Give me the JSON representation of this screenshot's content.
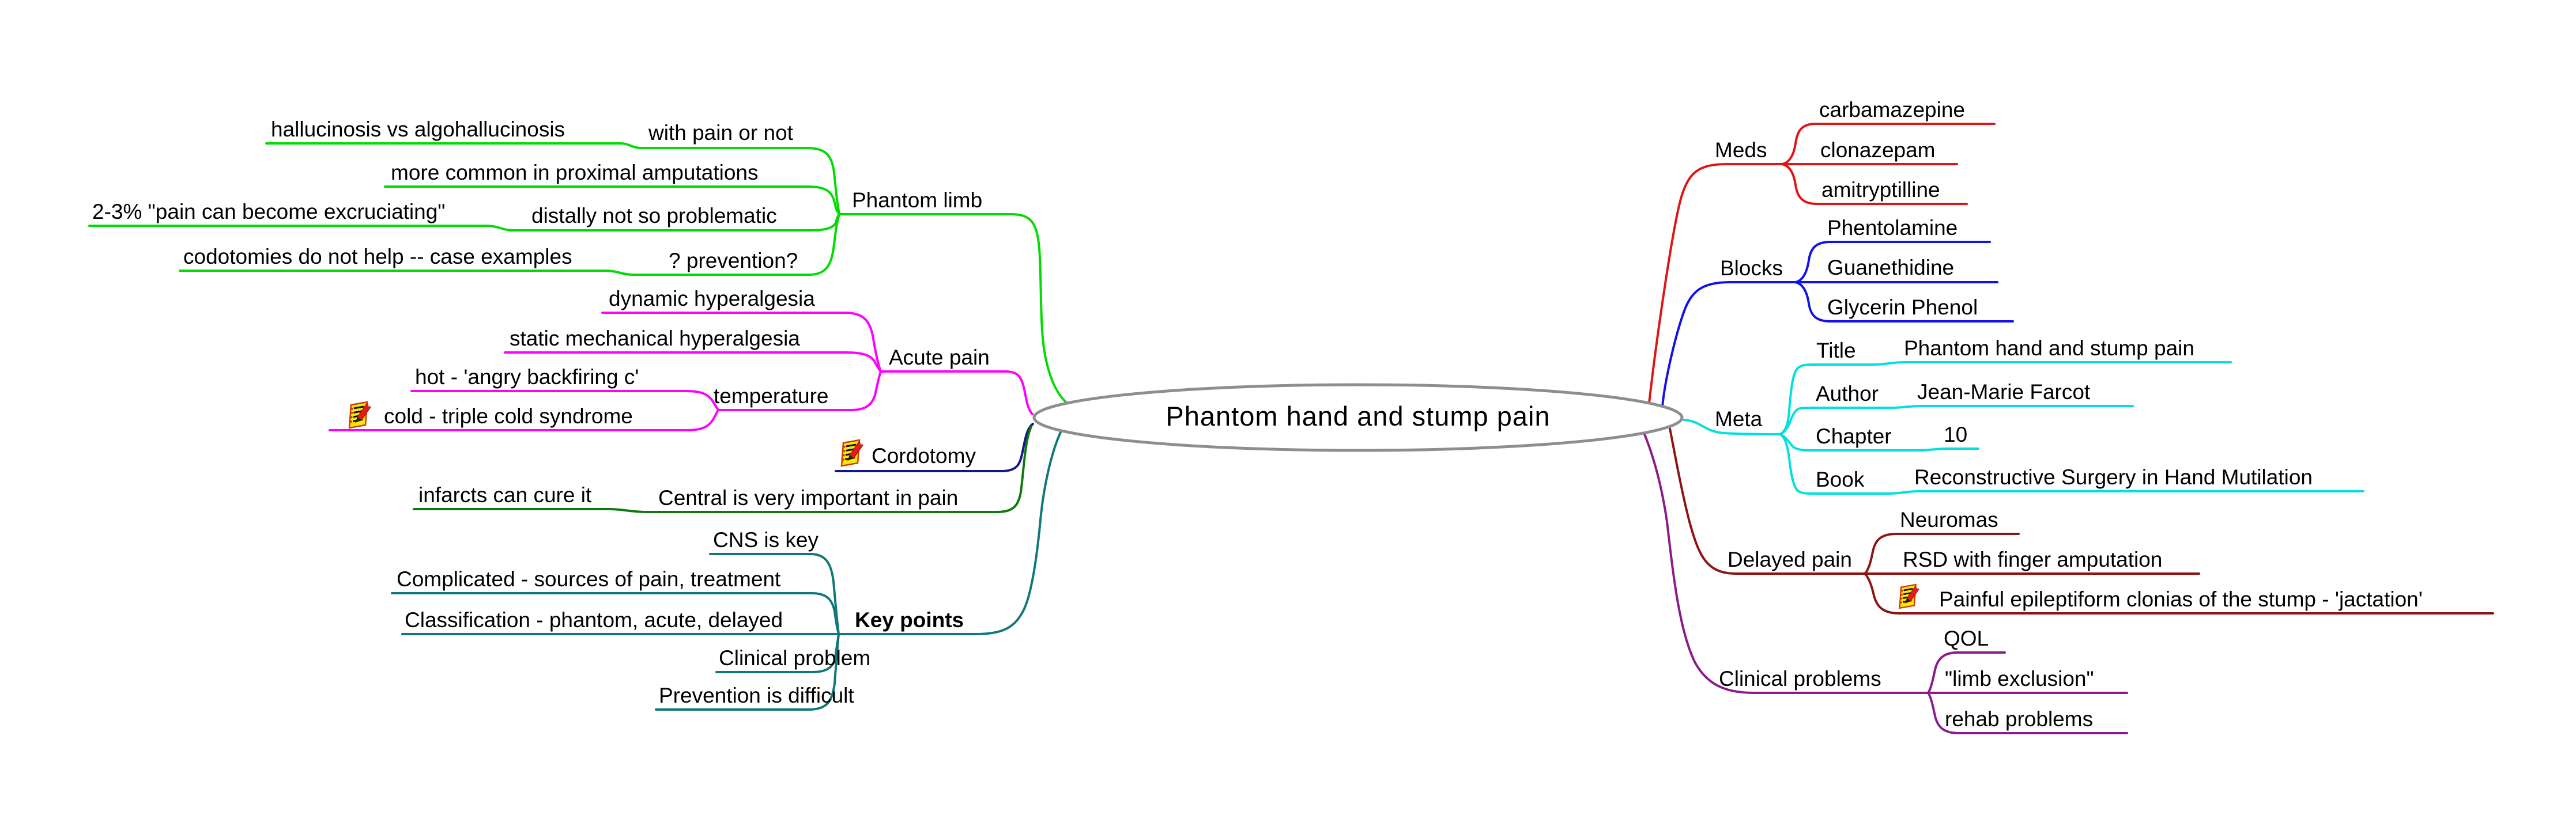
{
  "root": {
    "label": "Phantom hand and stump pain"
  },
  "colors": {
    "phantom_limb": "#00dc00",
    "acute_pain": "#ff00ff",
    "cordotomy": "#14148c",
    "central": "#0e7a0e",
    "key_points": "#107878",
    "meds": "#e01414",
    "blocks": "#1212e8",
    "meta": "#00e0e0",
    "delayed_pain": "#8c1414",
    "clinical_problems": "#8a1b8a",
    "ellipse_stroke": "#8e8e8e",
    "text": "#000000"
  },
  "left": [
    {
      "label": "Phantom limb",
      "color": "#00dc00",
      "children": [
        {
          "label": "with pain or not",
          "children": [
            {
              "label": "hallucinosis vs algohallucinosis"
            }
          ]
        },
        {
          "label": "more common in proximal amputations"
        },
        {
          "label": "distally not so problematic",
          "children": [
            {
              "label": "2-3% \"pain can become excruciating\""
            }
          ]
        },
        {
          "label": "? prevention?",
          "children": [
            {
              "label": "codotomies do not help -- case examples"
            }
          ]
        }
      ]
    },
    {
      "label": "Acute pain",
      "color": "#ff00ff",
      "children": [
        {
          "label": "dynamic hyperalgesia"
        },
        {
          "label": "static mechanical hyperalgesia"
        },
        {
          "label": "temperature",
          "children": [
            {
              "label": "hot - 'angry backfiring c'"
            },
            {
              "label": "cold - triple cold syndrome",
              "icon": "notes"
            }
          ]
        }
      ]
    },
    {
      "label": "Cordotomy",
      "color": "#14148c",
      "icon": "notes"
    },
    {
      "label": "Central is very important in pain",
      "color": "#0e7a0e",
      "children": [
        {
          "label": "infarcts can cure it"
        }
      ]
    },
    {
      "label": "Key points",
      "color": "#107878",
      "bold": true,
      "children": [
        {
          "label": "CNS is key"
        },
        {
          "label": "Complicated - sources of pain, treatment"
        },
        {
          "label": "Classification - phantom, acute, delayed"
        },
        {
          "label": "Clinical problem"
        },
        {
          "label": "Prevention is difficult"
        }
      ]
    }
  ],
  "right": [
    {
      "label": "Meds",
      "color": "#e01414",
      "children": [
        {
          "label": "carbamazepine"
        },
        {
          "label": "clonazepam"
        },
        {
          "label": "amitryptilline"
        }
      ]
    },
    {
      "label": "Blocks",
      "color": "#1212e8",
      "children": [
        {
          "label": "Phentolamine"
        },
        {
          "label": "Guanethidine"
        },
        {
          "label": "Glycerin Phenol"
        }
      ]
    },
    {
      "label": "Meta",
      "color": "#00e0e0",
      "children": [
        {
          "label": "Title",
          "children": [
            {
              "label": "Phantom hand and stump pain"
            }
          ]
        },
        {
          "label": "Author",
          "children": [
            {
              "label": "Jean-Marie Farcot"
            }
          ]
        },
        {
          "label": "Chapter",
          "children": [
            {
              "label": "10"
            }
          ]
        },
        {
          "label": "Book",
          "children": [
            {
              "label": "Reconstructive Surgery in Hand Mutilation"
            }
          ]
        }
      ]
    },
    {
      "label": "Delayed pain",
      "color": "#8c1414",
      "children": [
        {
          "label": "Neuromas"
        },
        {
          "label": "RSD with finger amputation"
        },
        {
          "label": "Painful epileptiform clonias of the stump - 'jactation'",
          "icon": "notes"
        }
      ]
    },
    {
      "label": "Clinical problems",
      "color": "#8a1b8a",
      "children": [
        {
          "label": "QOL"
        },
        {
          "label": "\"limb exclusion\""
        },
        {
          "label": "rehab problems"
        }
      ]
    }
  ]
}
